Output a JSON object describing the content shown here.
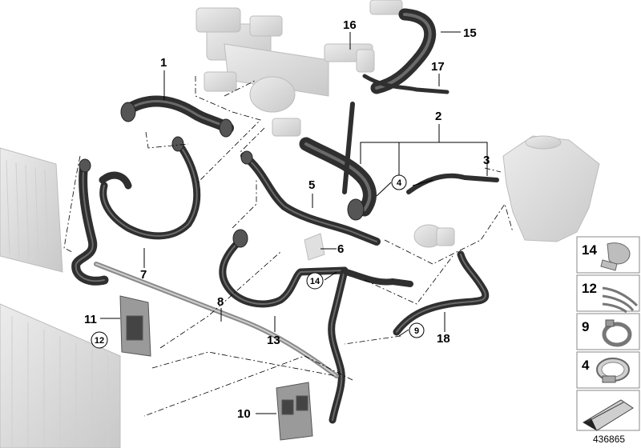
{
  "diagram": {
    "reference_number": "436865",
    "callouts": {
      "c1": "1",
      "c2": "2",
      "c3": "3",
      "c5": "5",
      "c6": "6",
      "c7": "7",
      "c8": "8",
      "c10": "10",
      "c11": "11",
      "c13": "13",
      "c15": "15",
      "c16": "16",
      "c17": "17",
      "c18": "18"
    },
    "circled_callouts": {
      "c4": "4",
      "c9": "9",
      "c12": "12",
      "c14": "14"
    },
    "legend": [
      {
        "number": "14",
        "item": "hose-clip"
      },
      {
        "number": "12",
        "item": "clip-strip"
      },
      {
        "number": "9",
        "item": "spring-clamp"
      },
      {
        "number": "4",
        "item": "band-clamp"
      }
    ],
    "colors": {
      "hose": "#2f2f2f",
      "hose_highlight": "#6a6a6a",
      "ghost_part": "#d6d6d6",
      "leader": "#000000",
      "legend_border": "#888888"
    }
  }
}
